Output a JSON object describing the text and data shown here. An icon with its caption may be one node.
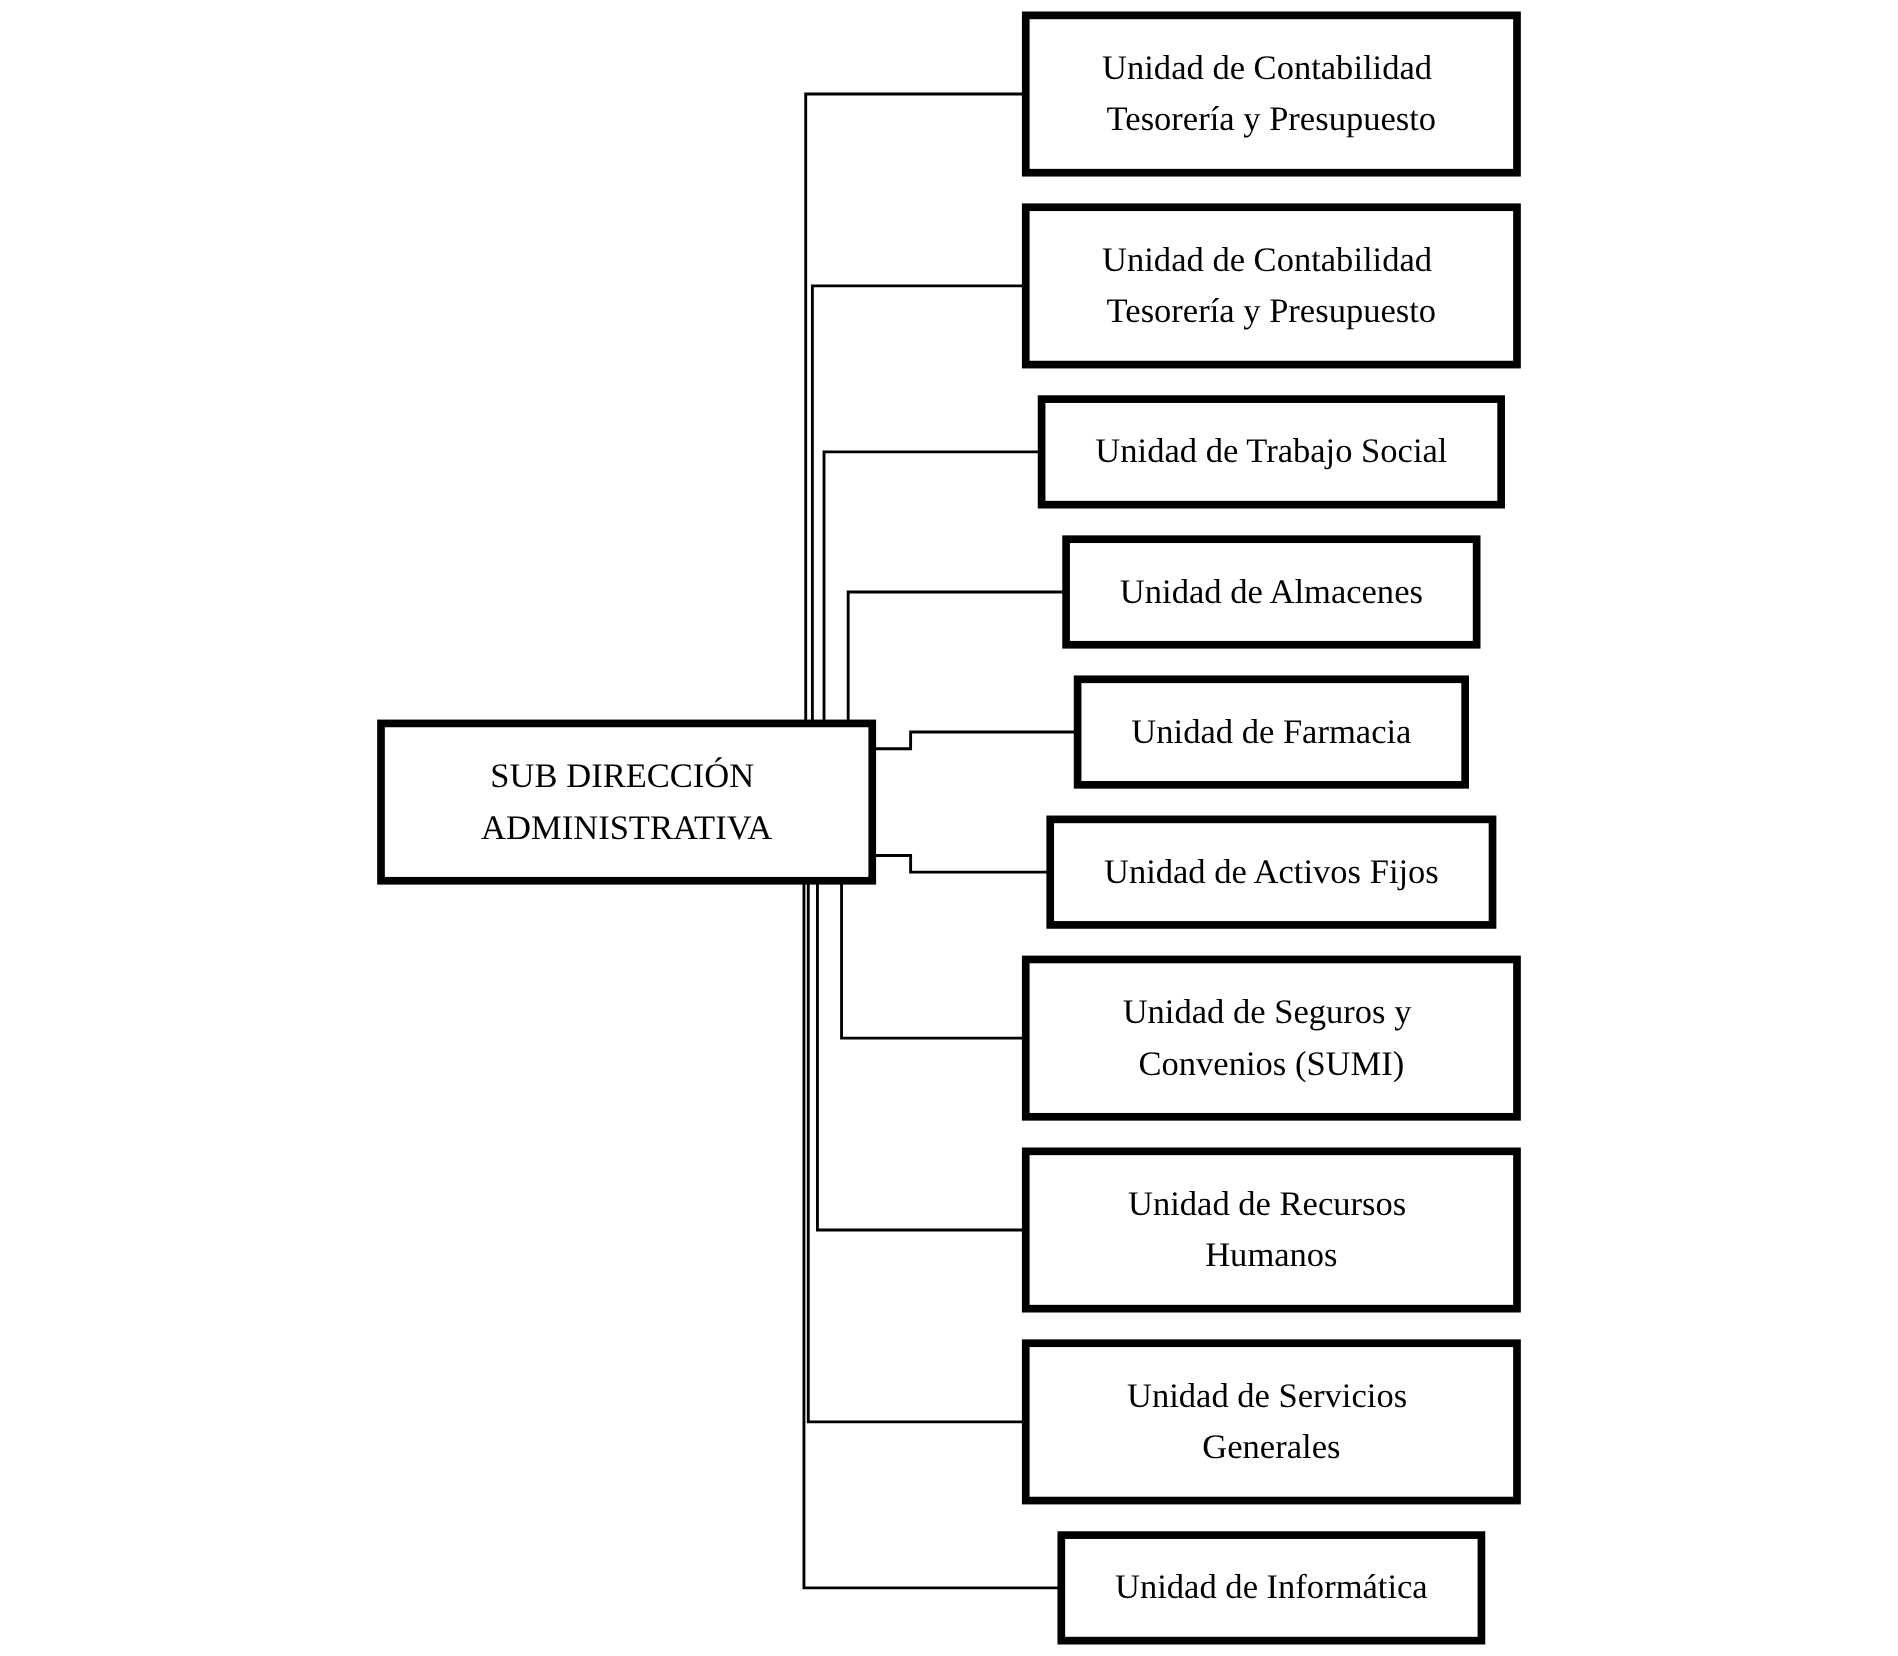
{
  "diagram": {
    "nodes": [
      {
        "text": [
          "SUB DIRECCIÓN ADMINISTRATIVA"
        ]
      },
      {
        "text": [
          "Unidad de Contabilidad Tesorería y Presupuesto"
        ]
      },
      {
        "text": [
          "Unidad de Contabilidad Tesorería y Presupuesto"
        ]
      },
      {
        "text": [
          "Unidad de Trabajo Social"
        ]
      },
      {
        "text": [
          "Unidad de Almacenes"
        ]
      },
      {
        "text": [
          "Unidad de Farmacia"
        ]
      },
      {
        "text": [
          "Unidad de Activos Fijos"
        ]
      },
      {
        "text": [
          "Unidad de Seguros y Convenios (SUMI)"
        ]
      },
      {
        "text": [
          "Unidad de Recursos Humanos"
        ]
      },
      {
        "text": [
          "Unidad de Servicios Generales"
        ]
      },
      {
        "text": [
          "Unidad de Informática"
        ]
      }
    ],
    "edges": [
      {
        "from": 0,
        "to": 1,
        "arrow": "none"
      },
      {
        "from": 0,
        "to": 2,
        "arrow": "none"
      },
      {
        "from": 0,
        "to": 3,
        "arrow": "none"
      },
      {
        "from": 0,
        "to": 4,
        "arrow": "none"
      },
      {
        "from": 0,
        "to": 5,
        "arrow": "none"
      },
      {
        "from": 0,
        "to": 6,
        "arrow": "none"
      },
      {
        "from": 0,
        "to": 7,
        "arrow": "none"
      },
      {
        "from": 0,
        "to": 8,
        "arrow": "none"
      },
      {
        "from": 0,
        "to": 9,
        "arrow": "none"
      },
      {
        "from": 0,
        "to": 10,
        "arrow": "none"
      }
    ]
  }
}
